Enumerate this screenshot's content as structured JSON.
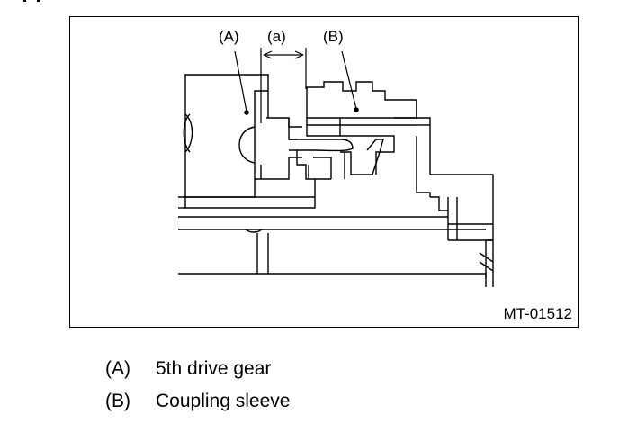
{
  "figure": {
    "callouts": {
      "a": "(A)",
      "gap": "(a)",
      "b": "(B)"
    },
    "figure_id": "MT-01512"
  },
  "legend": [
    {
      "key": "(A)",
      "text": "5th drive gear"
    },
    {
      "key": "(B)",
      "text": "Coupling sleeve"
    }
  ]
}
